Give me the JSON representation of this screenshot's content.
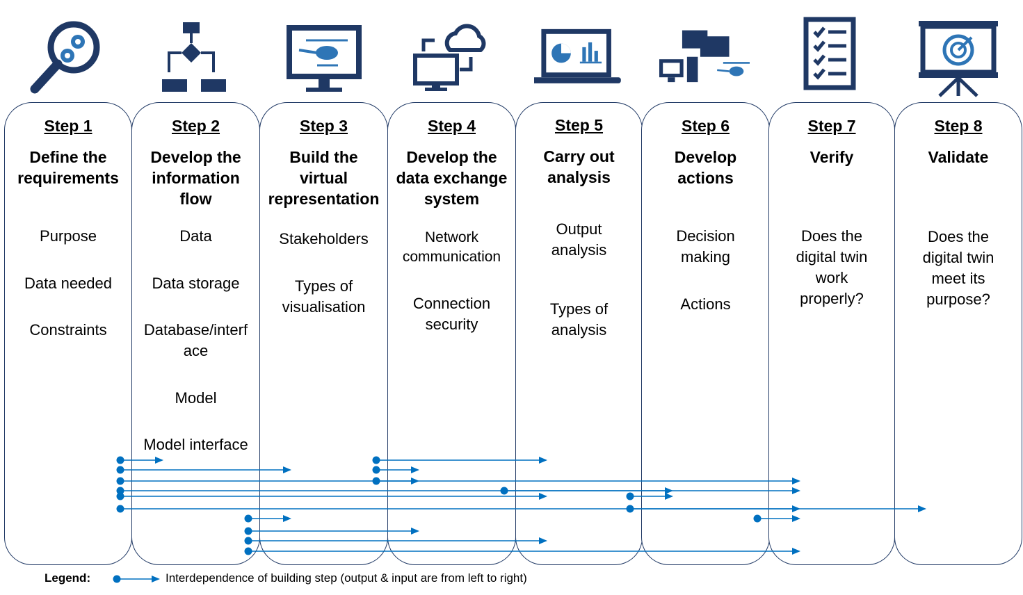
{
  "colors": {
    "navy": "#1f3864",
    "accent": "#2e75b6",
    "arrow": "#0070c0"
  },
  "steps": [
    {
      "label": "Step 1",
      "title": "Define the\nrequirements",
      "icon": "magnifier-gears-icon",
      "items": [
        "Purpose",
        "Data needed",
        "Constraints"
      ]
    },
    {
      "label": "Step 2",
      "title": "Develop the\ninformation\nflow",
      "icon": "flowchart-icon",
      "items": [
        "Data",
        "Data storage",
        "Database/interf\nace",
        "Model",
        "Model interface"
      ]
    },
    {
      "label": "Step 3",
      "title": "Build the\nvirtual\nrepresentation",
      "icon": "monitor-helicopter-icon",
      "items": [
        "Stakeholders",
        "Types of\nvisualisation"
      ]
    },
    {
      "label": "Step 4",
      "title": "Develop the\ndata exchange\nsystem",
      "icon": "cloud-sync-icon",
      "items": [
        "Network\ncommunication",
        "Connection\nsecurity"
      ]
    },
    {
      "label": "Step 5",
      "title": "Carry out\nanalysis",
      "icon": "laptop-charts-icon",
      "items": [
        "Output\nanalysis",
        "Types of\nanalysis"
      ]
    },
    {
      "label": "Step 6",
      "title": "Develop\nactions",
      "icon": "computer-chat-helicopter-icon",
      "items": [
        "Decision\nmaking",
        "Actions"
      ]
    },
    {
      "label": "Step 7",
      "title": "Verify",
      "icon": "checklist-icon",
      "items": [
        "Does the\ndigital twin\nwork\nproperly?"
      ]
    },
    {
      "label": "Step 8",
      "title": "Validate",
      "icon": "presentation-target-icon",
      "items": [
        "Does the\ndigital twin\nmeet its\npurpose?"
      ]
    }
  ],
  "dependencies": [
    {
      "from": 1,
      "to": 2
    },
    {
      "from": 1,
      "to": 3
    },
    {
      "from": 1,
      "to": 4
    },
    {
      "from": 1,
      "to": 6
    },
    {
      "from": 1,
      "to": 5
    },
    {
      "from": 1,
      "to": 8
    },
    {
      "from": 2,
      "to": 3
    },
    {
      "from": 2,
      "to": 4
    },
    {
      "from": 2,
      "to": 5
    },
    {
      "from": 2,
      "to": 7
    },
    {
      "from": 3,
      "to": 5
    },
    {
      "from": 3,
      "to": 4
    },
    {
      "from": 3,
      "to": 7
    },
    {
      "from": 4,
      "to": 7
    },
    {
      "from": 5,
      "to": 6
    },
    {
      "from": 5,
      "to": 7
    },
    {
      "from": 6,
      "to": 7
    }
  ],
  "legend": {
    "label": "Legend:",
    "text": "Interdependence of building step (output & input are from left to right)"
  }
}
